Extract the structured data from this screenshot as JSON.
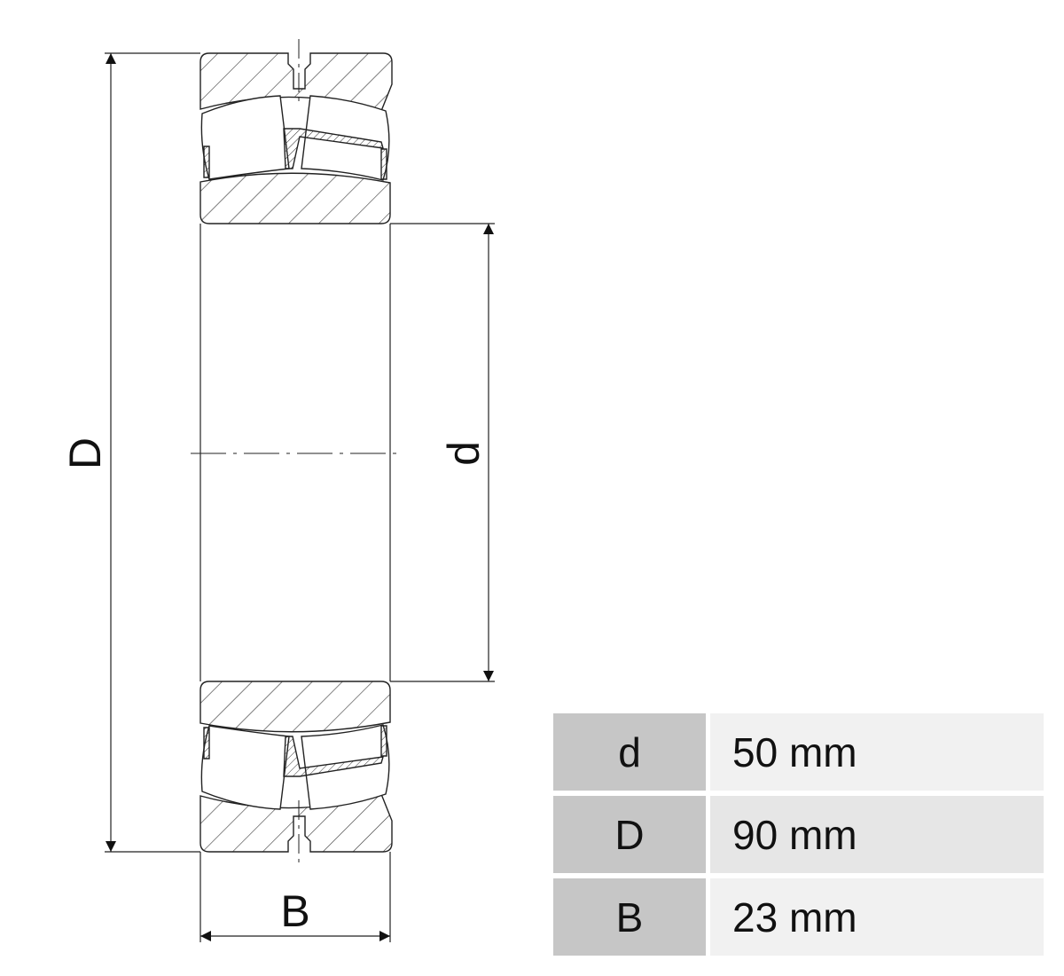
{
  "drawing": {
    "label_outer": "D",
    "label_inner": "d",
    "label_width": "B",
    "line_color": "#222222"
  },
  "specs": [
    {
      "key": "d",
      "value": "50 mm"
    },
    {
      "key": "D",
      "value": "90 mm"
    },
    {
      "key": "B",
      "value": "23 mm"
    }
  ],
  "colors": {
    "key_cell": "#c6c6c6",
    "value_cell_light": "#f1f1f1",
    "value_cell_mid": "#e6e6e6"
  }
}
